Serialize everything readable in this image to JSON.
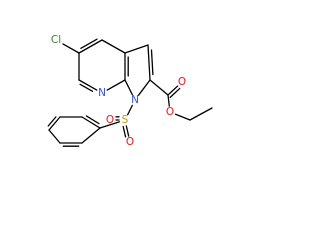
{
  "molecule": {
    "atoms": [
      {
        "id": "Cl",
        "label": "Cl",
        "color": "#2a8a2a"
      },
      {
        "id": "N7",
        "label": "N",
        "color": "#3050f8"
      },
      {
        "id": "N1",
        "label": "N",
        "color": "#3050f8"
      },
      {
        "id": "S",
        "label": "S",
        "color": "#b8a000"
      },
      {
        "id": "O1",
        "label": "O",
        "color": "#ff0d0d"
      },
      {
        "id": "O2",
        "label": "O",
        "color": "#ff0d0d"
      },
      {
        "id": "O3",
        "label": "O",
        "color": "#ff0d0d"
      },
      {
        "id": "O4",
        "label": "O",
        "color": "#ff0d0d"
      }
    ],
    "bond_color": "#000000"
  }
}
